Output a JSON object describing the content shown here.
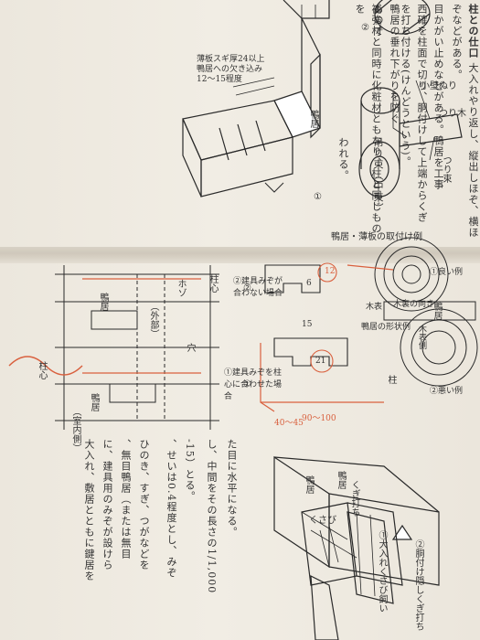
{
  "upper": {
    "heading": "柱との仕口",
    "para1": "大入れやり返し、縦出しほぞ、横ほぞなど",
    "para1b": "がある。",
    "para2": "目かがい止めなどがある。鴨居を工事",
    "para3": "西確を柱面で切り、胴付けして上端からくぎ",
    "para4": "を打ち付ける(けんどうという)。",
    "note_vertical": "吊り束（中束）",
    "para5": "鴨居の垂れ下がりを防ぐもので",
    "para6": "補強材と同時に化粧材ともなり、柱と同じものを",
    "para7": "われる。",
    "num1": "①",
    "num2": "②",
    "caption_kamoi": "鴨居・薄板の取付け例",
    "annot1": "薄板スギ厚24以上",
    "annot2": "鴨居への欠き込み",
    "annot3": "12〜15程度",
    "label_kamoi": "鴨居",
    "label_tsuritsuka": "つり束",
    "label_kokabe": "小壁ぬり",
    "label_tsurigi": "つり木"
  },
  "lower": {
    "para_a": "大入れ、敷居とともに鍵居を",
    "para_b": "に、建具用のみぞが設けら",
    "para_c": "、無目鴨居（または無目",
    "para_d": "ひのき、すぎ、つがなどを",
    "para_e": "、せいは0.4程度とし、みぞ",
    "para_f": "-15）とる。",
    "para_g": "し、中間をその長さの1/1,000",
    "para_h": "た目に水平になる。",
    "label_hashira_l": "柱心",
    "label_hashira_r": "柱心",
    "label_kamoi_a": "鴨居",
    "label_kamoi_b": "鴨居",
    "label_shitsunai": "（室内側）",
    "label_gaibu": "（外部）",
    "label_ana": "穴",
    "label_hozo": "ホゾ",
    "caption1": "①建具みぞを柱心に合わせた場合",
    "caption2": "②建具みぞが合わない場合",
    "dim_a": "90〜100",
    "dim_b": "40〜45",
    "dim_c": "15",
    "dim_d": "21",
    "dim_e": "12",
    "dim_f": "6",
    "caption_section": "鴨居の形状例",
    "label_kusabi": "くさび",
    "label_kusabi_uchi": "くぎ打ち",
    "label_kamoi_c": "鴨居",
    "label_kamoi_d": "鴨居",
    "label_kinome": "木表",
    "label_kamoi_ura": "木裏の向き",
    "caption_oirekusabi": "①大入れくさび飼い",
    "caption_dozuke": "②胴付け隠しくぎ打ち",
    "label_hashira_bottom": "柱",
    "label_kamoi_section": "鴨居",
    "label_kinome_side": "木表側",
    "label_goodbad": "①良い例",
    "label_mokuri": "②悪い例",
    "num_circle1": "①",
    "num_circle2": "②"
  },
  "colors": {
    "ink": "#2a2a2a",
    "annotation": "#d9603e",
    "paper": "#efeae1"
  }
}
